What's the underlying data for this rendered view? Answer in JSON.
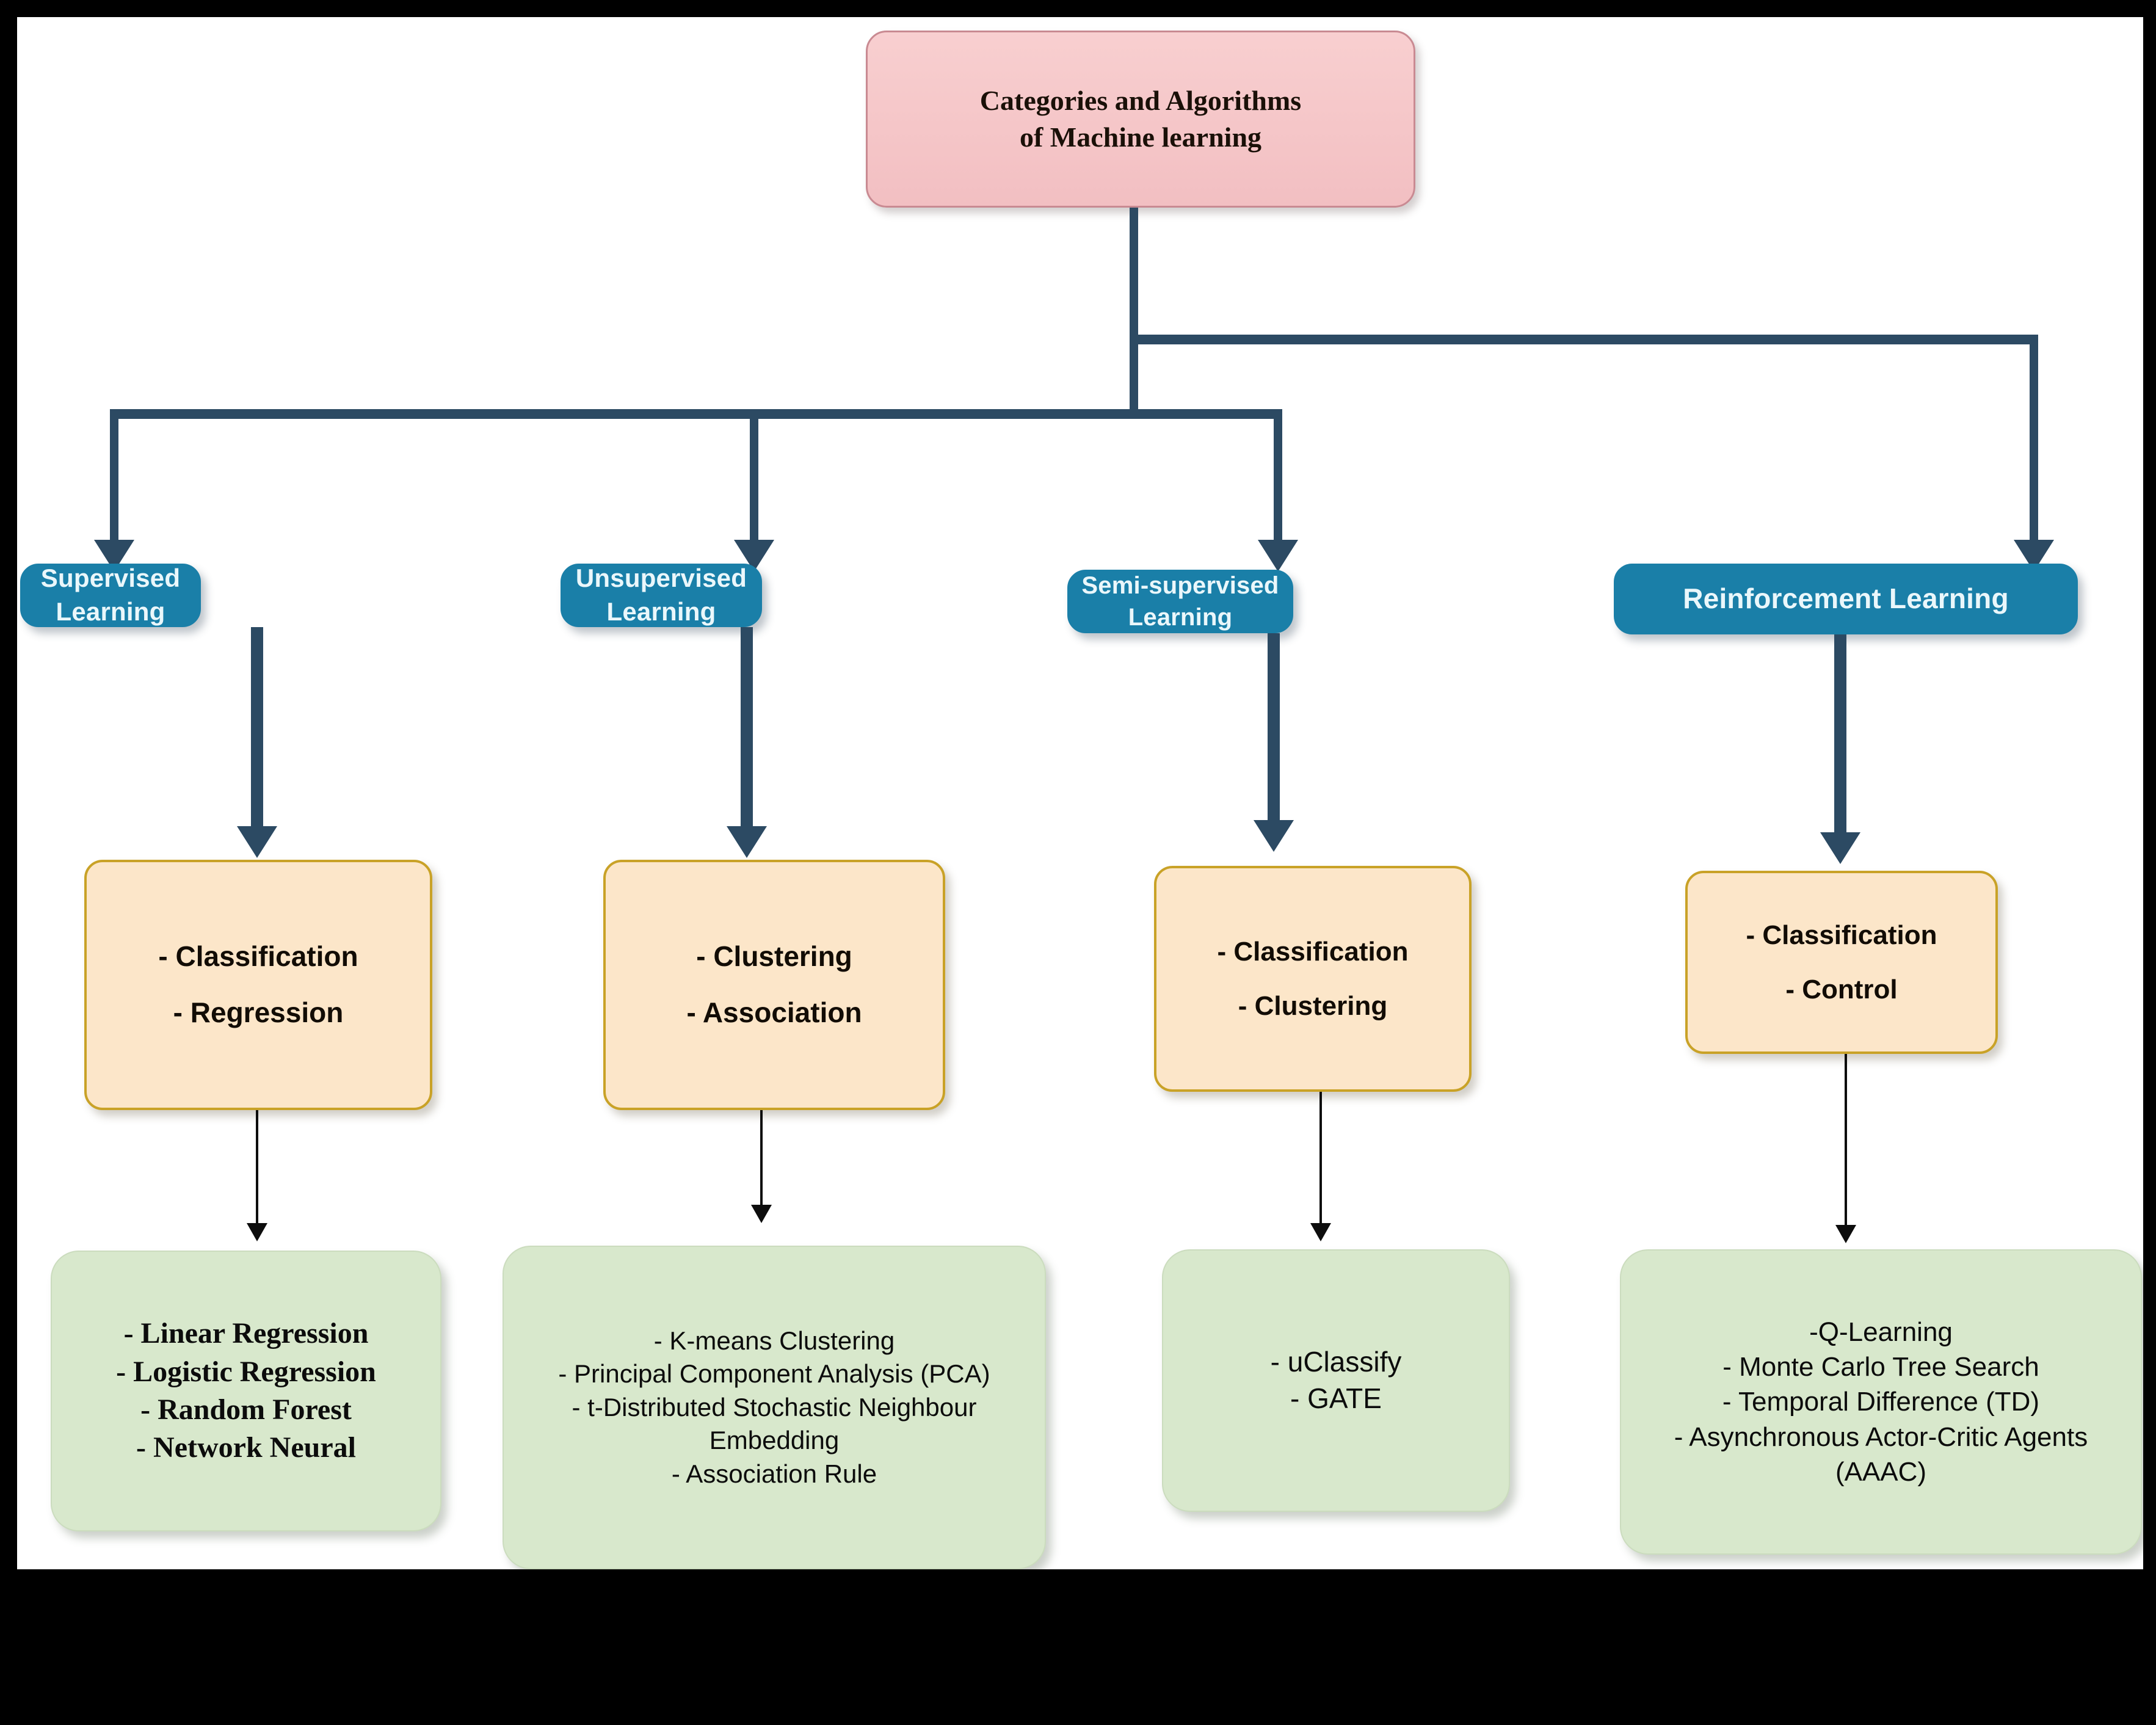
{
  "diagram": {
    "title": "Categories and Algorithms of Machine learning",
    "root": {
      "line1": "Categories and Algorithms",
      "line2": "of Machine learning"
    },
    "colors": {
      "root_fill": "#f5c6c8",
      "root_border": "#c98a92",
      "category_fill": "#1a7fa8",
      "category_text": "#eaf7fb",
      "task_fill": "#fce6c9",
      "task_border": "#c9a227",
      "algorithm_fill": "#d8e8cc",
      "connector_thick": "#2c4a63",
      "connector_thin": "#0d0d0d",
      "canvas": "#ffffff",
      "frame": "#000000"
    },
    "columns": [
      {
        "category": "Supervised Learning",
        "tasks": [
          "- Classification",
          "- Regression"
        ],
        "algorithms": [
          "- Linear Regression",
          "- Logistic Regression",
          "- Random Forest",
          "- Network Neural"
        ]
      },
      {
        "category": "Unsupervised Learning",
        "tasks": [
          "- Clustering",
          "- Association"
        ],
        "algorithms": [
          "- K-means Clustering",
          "- Principal Component Analysis (PCA)",
          "- t-Distributed Stochastic Neighbour Embedding",
          "- Association Rule"
        ]
      },
      {
        "category": "Semi-supervised Learning",
        "tasks": [
          "- Classification",
          "- Clustering"
        ],
        "algorithms": [
          "- uClassify",
          "- GATE"
        ]
      },
      {
        "category": "Reinforcement Learning",
        "tasks": [
          "- Classification",
          "- Control"
        ],
        "algorithms": [
          "-Q-Learning",
          "- Monte Carlo Tree Search",
          "- Temporal Difference (TD)",
          "- Asynchronous Actor-Critic Agents (AAAC)"
        ]
      }
    ]
  }
}
